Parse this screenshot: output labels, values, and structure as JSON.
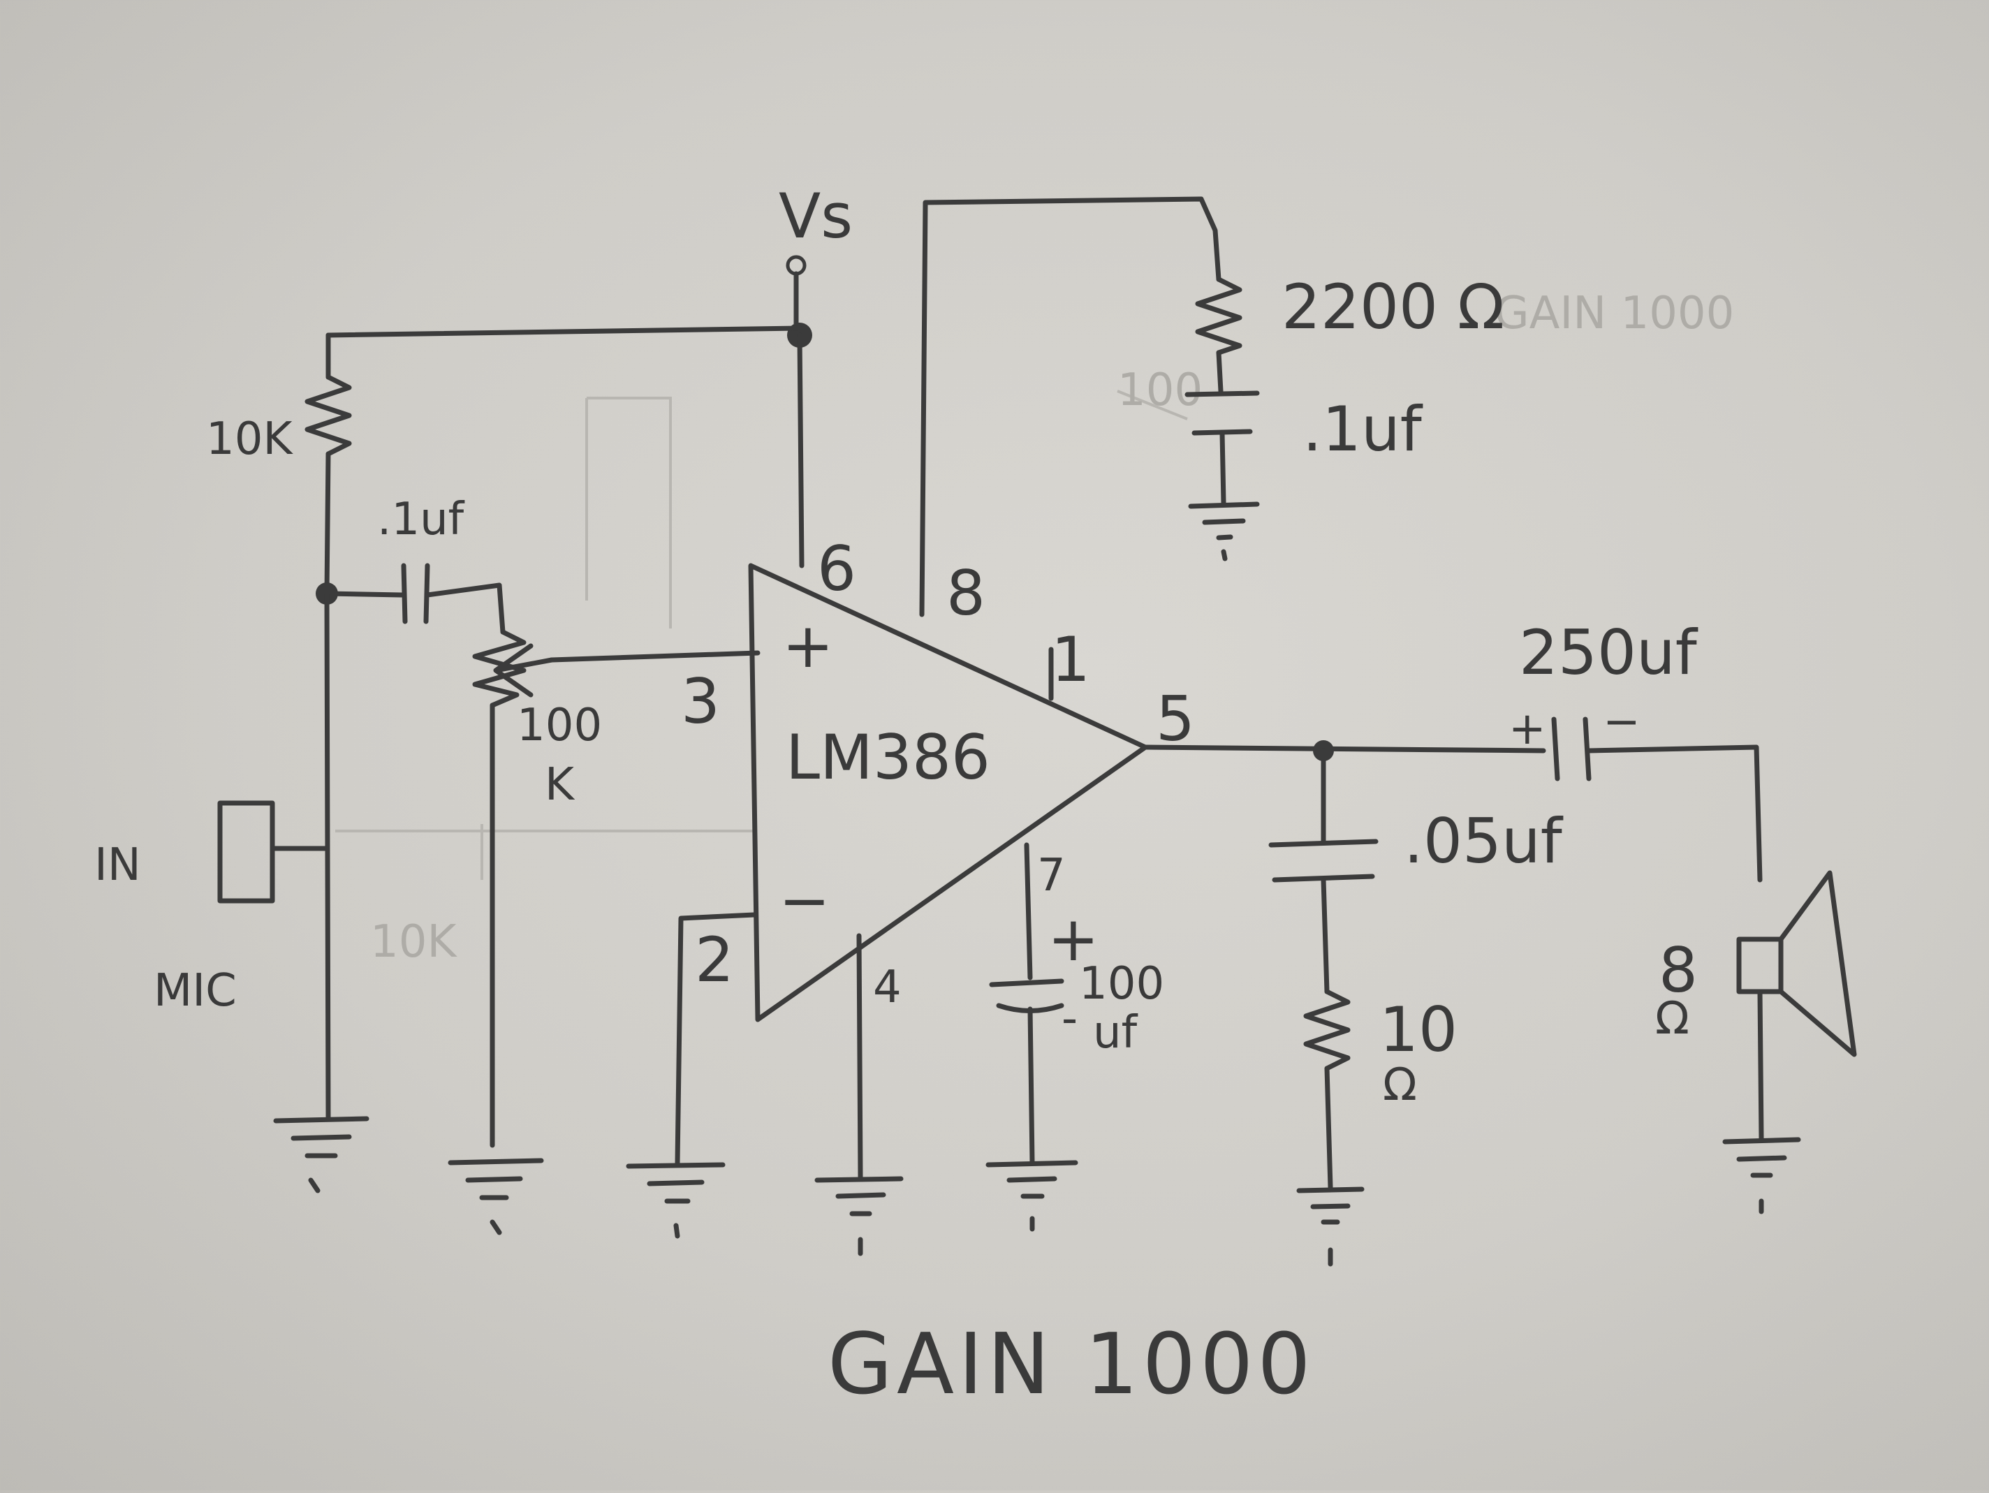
{
  "title": "GAIN 1000",
  "supply": "Vs",
  "chip": {
    "name": "LM386",
    "plus": "+",
    "minus": "−",
    "pins": {
      "p2": "2",
      "p3": "3",
      "p4": "4",
      "p5": "5",
      "p6": "6",
      "p7": "7",
      "p8": "8",
      "p1": "1"
    }
  },
  "components": {
    "r_top": "10K",
    "c_in": ".1uf",
    "pot": "100",
    "pot_unit": "K",
    "mic_in": "IN",
    "mic": "MIC",
    "r_gain": "2200 Ω",
    "c_gain": ".1uf",
    "c_bypass_plus": "+",
    "c_bypass": "100",
    "c_bypass_minus": "-",
    "c_bypass_unit": "uf",
    "c_out": "250uf",
    "c_out_plus": "+",
    "c_out_minus": "−",
    "c_zobel": ".05uf",
    "r_zobel": "10",
    "r_zobel_unit": "Ω",
    "speaker": "8",
    "speaker_unit": "Ω"
  },
  "ghost_text": {
    "g1": "GAIN 1000",
    "g2": "10K",
    "g3": "100"
  },
  "colors": {
    "ink": "#3b3b3b",
    "paper": "#d5d3ce"
  }
}
